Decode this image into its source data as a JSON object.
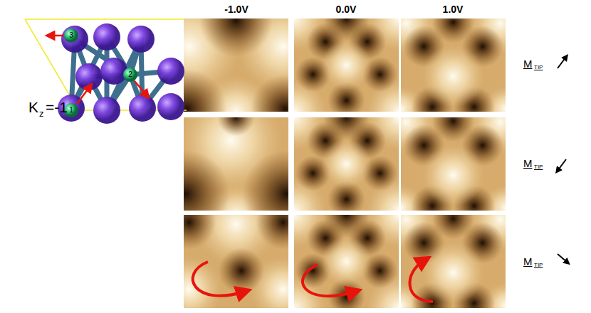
{
  "diagram": {
    "labels": [
      "-1.0V",
      "0.0V",
      "1.0V",
      "K",
      "z",
      "=-1",
      "1",
      "2",
      "3",
      "M",
      "TIP",
      "M",
      "TIP",
      "M",
      "TIP"
    ]
  }
}
